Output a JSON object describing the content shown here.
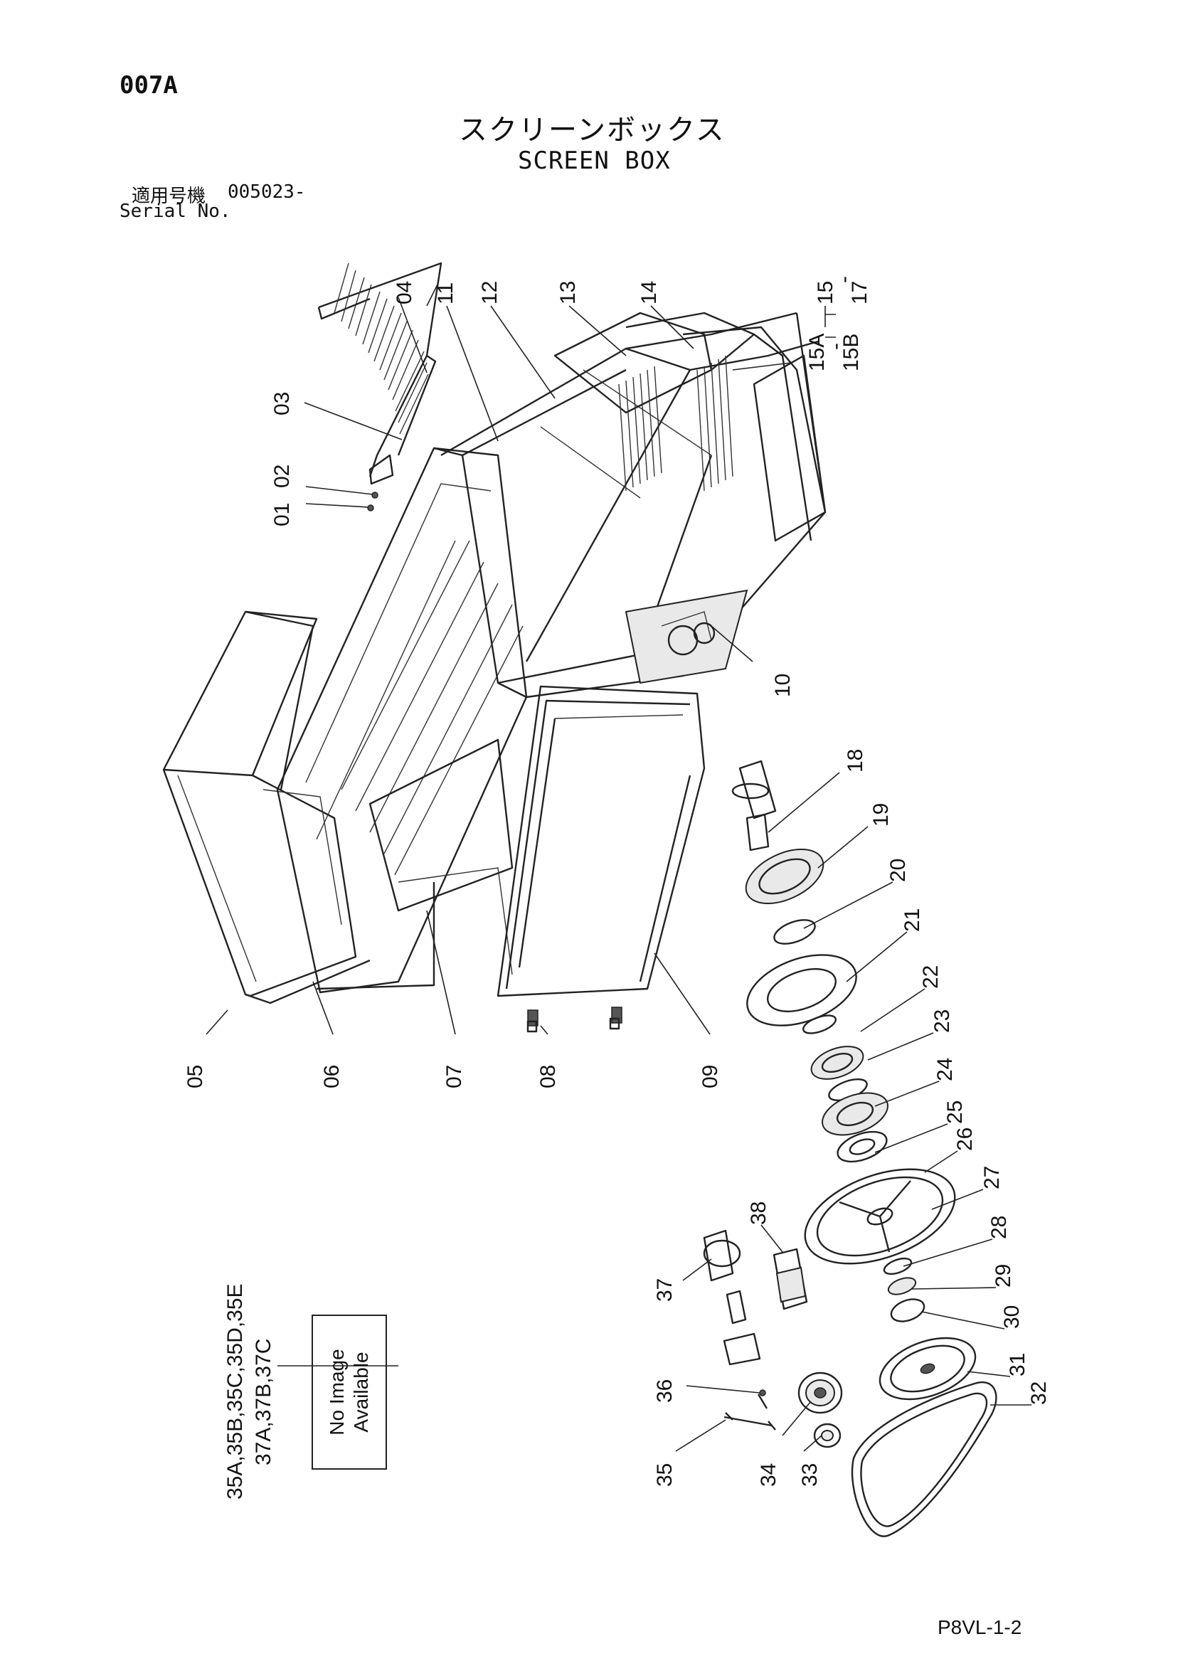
{
  "header": {
    "page_code": "007A",
    "title_ja": "スクリーンボックス",
    "title_en": "SCREEN BOX",
    "serial_label_ja": "適用号機",
    "serial_value": "005023-",
    "serial_label_en": "Serial No."
  },
  "footer": {
    "page_ref": "P8VL-1-2"
  },
  "callouts": {
    "c01": "01",
    "c02": "02",
    "c03": "03",
    "c04": "04",
    "c05": "05",
    "c06": "06",
    "c07": "07",
    "c08": "08",
    "c09": "09",
    "c10": "10",
    "c11": "11",
    "c12": "12",
    "c13": "13",
    "c14": "14",
    "c15": "15",
    "c15_dash": "-",
    "c17": "17",
    "c15A": "15A",
    "c15A_dash": "-",
    "c15B": "15B",
    "c18": "18",
    "c19": "19",
    "c20": "20",
    "c21": "21",
    "c22": "22",
    "c23": "23",
    "c24": "24",
    "c25": "25",
    "c26": "26",
    "c27": "27",
    "c28": "28",
    "c29": "29",
    "c30": "30",
    "c31": "31",
    "c32": "32",
    "c33": "33",
    "c34": "34",
    "c35": "35",
    "c36": "36",
    "c37": "37",
    "c38": "38"
  },
  "no_image": {
    "parts_line1": "35A,35B,35C,35D,35E",
    "parts_line2": "37A,37B,37C",
    "label_line1": "No Image",
    "label_line2": "Available"
  }
}
